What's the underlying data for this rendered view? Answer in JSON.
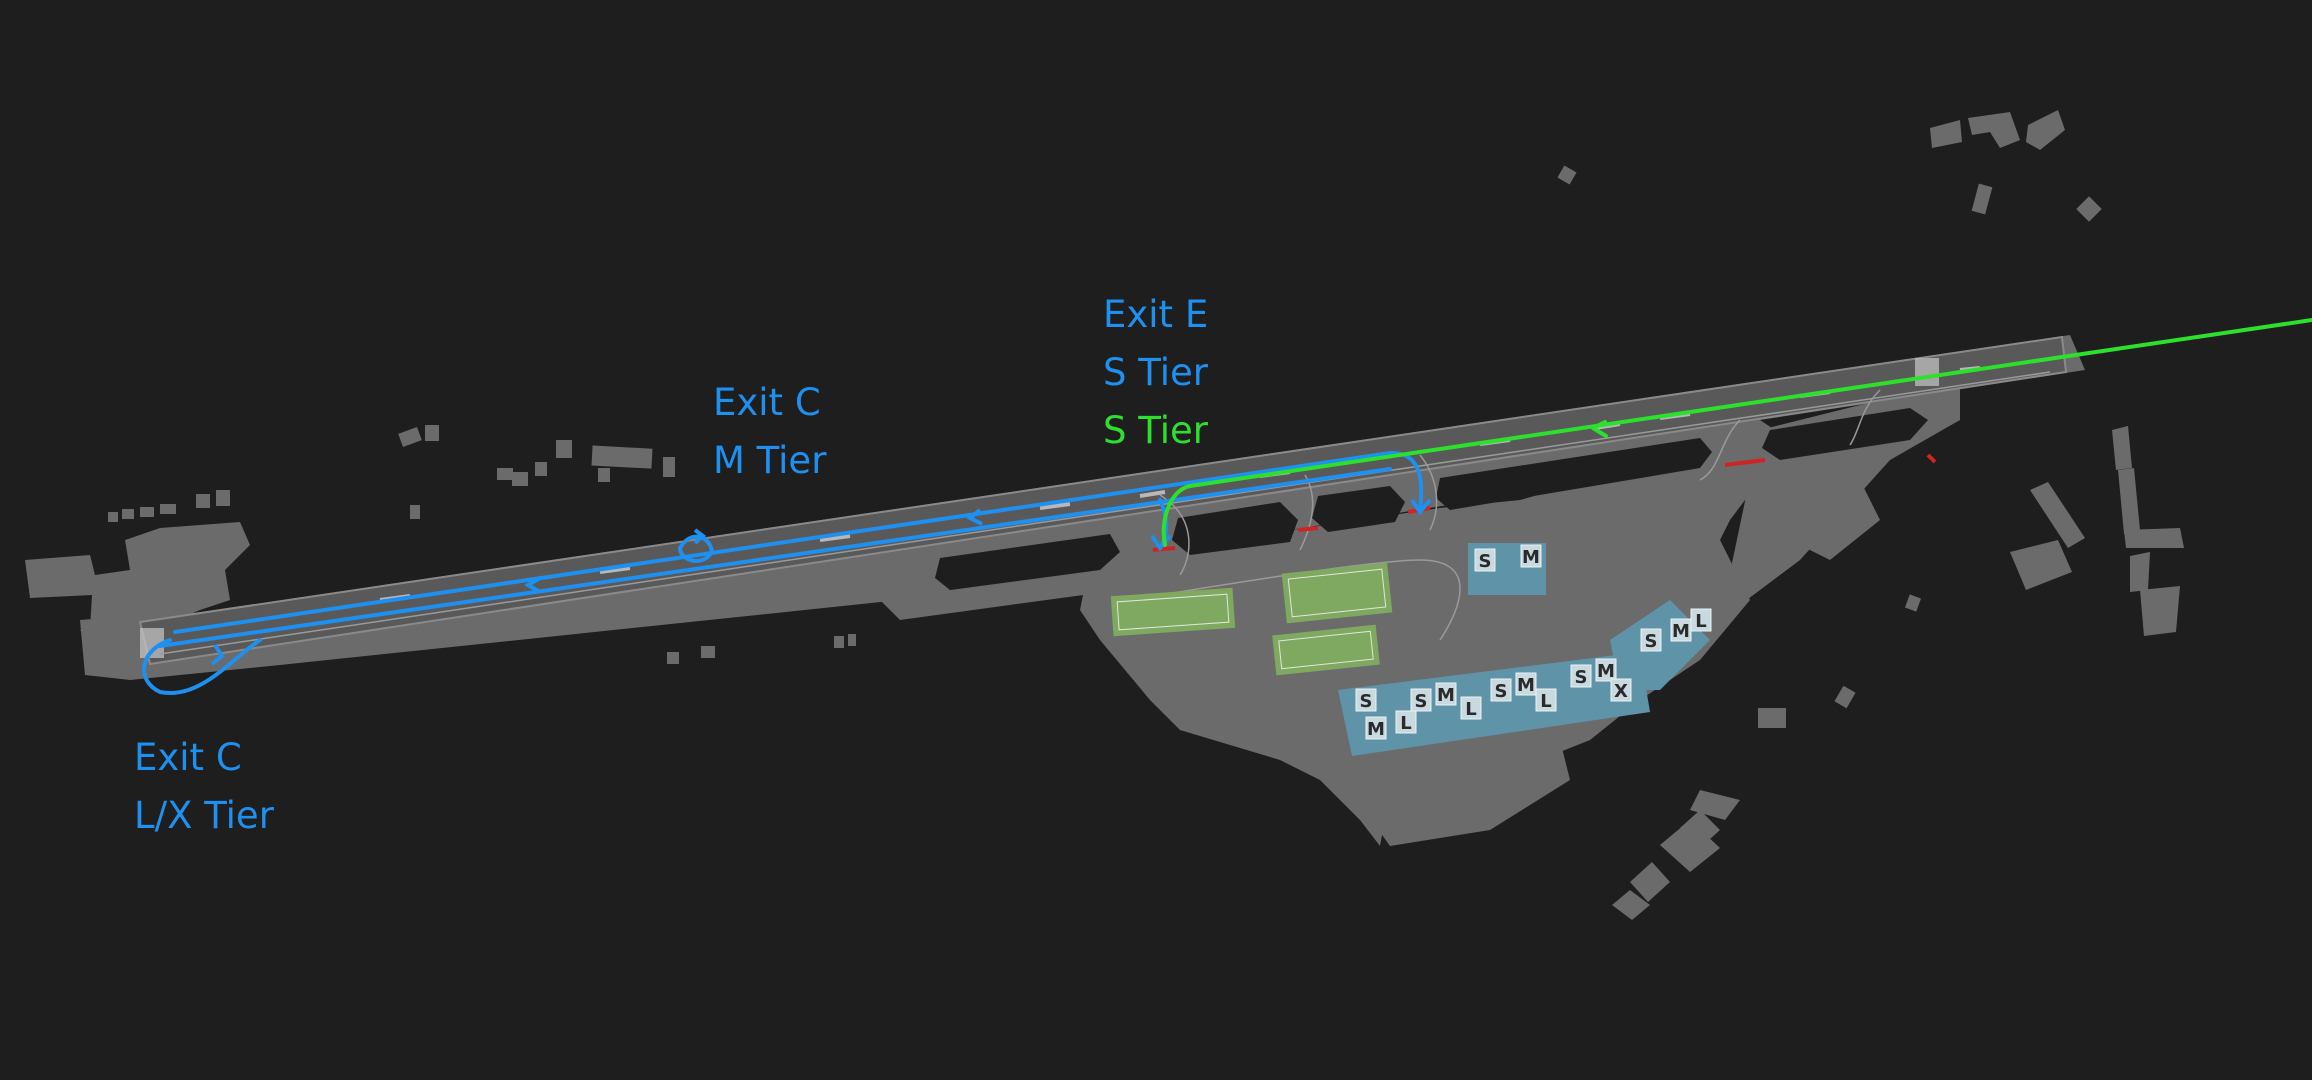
{
  "colors": {
    "background": "#1e1e1e",
    "ground": "#6b6b6b",
    "runway": "#5a5a5a",
    "taxi_line": "#9a9a9a",
    "blue_route": "#1e90f0",
    "green_route": "#2de02d",
    "hold_short": "#d02424",
    "stand_green": "#7fa860",
    "stand_blue": "#5e93a8"
  },
  "labels": {
    "exit_e": {
      "exit": "Exit E",
      "tier_blue": "S Tier",
      "tier_green": "S Tier"
    },
    "exit_c_mid": {
      "exit": "Exit C",
      "tier": "M Tier"
    },
    "exit_c_west": {
      "exit": "Exit C",
      "tier": "L/X Tier"
    }
  },
  "stand_letters": [
    "S",
    "M",
    "L",
    "X"
  ]
}
